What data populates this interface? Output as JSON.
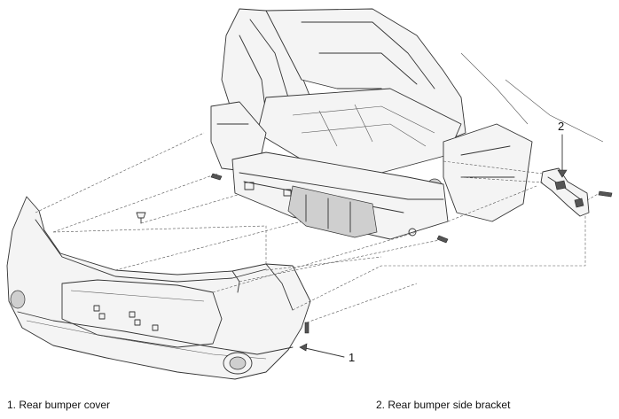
{
  "callouts": [
    {
      "number": "1",
      "label": "1. Rear bumper cover"
    },
    {
      "number": "2",
      "label": "2. Rear bumper side bracket"
    }
  ]
}
